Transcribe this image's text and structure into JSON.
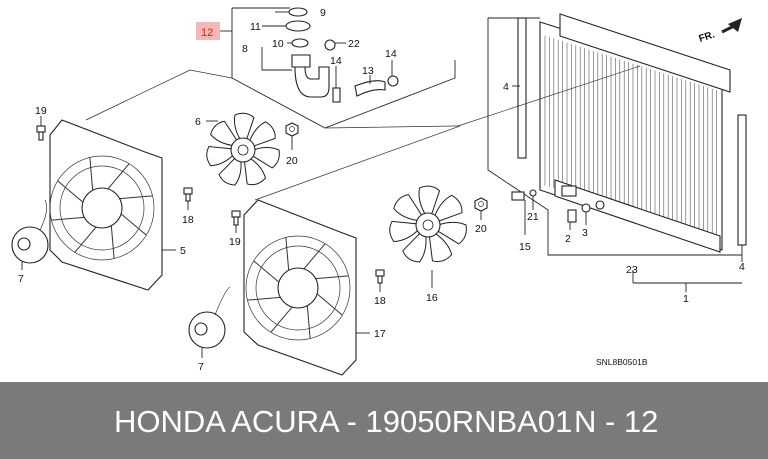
{
  "footer": {
    "title": "HONDA ACURA - 19050RNBA01",
    "ref": "N - 12"
  },
  "diagram": {
    "code": "SNL8B0501B",
    "direction": "FR.",
    "highlight_label": "12",
    "labels": {
      "p9": "9",
      "p11": "11",
      "p22": "22",
      "p10": "10",
      "p8": "8",
      "p14a": "14",
      "p14b": "14",
      "p13": "13",
      "p4a": "4",
      "p4b": "4",
      "p19a": "19",
      "p19b": "19",
      "p6": "6",
      "p20a": "20",
      "p20b": "20",
      "p5": "5",
      "p7a": "7",
      "p7b": "7",
      "p18a": "18",
      "p18b": "18",
      "p17": "17",
      "p16": "16",
      "p21": "21",
      "p15": "15",
      "p2": "2",
      "p3": "3",
      "p23": "23",
      "p1": "1"
    }
  },
  "colors": {
    "footer_bg": "#7a7a7a",
    "footer_text": "#ffffff",
    "highlight": "#e8151b",
    "highlight_bg": "#f5b8b6"
  }
}
